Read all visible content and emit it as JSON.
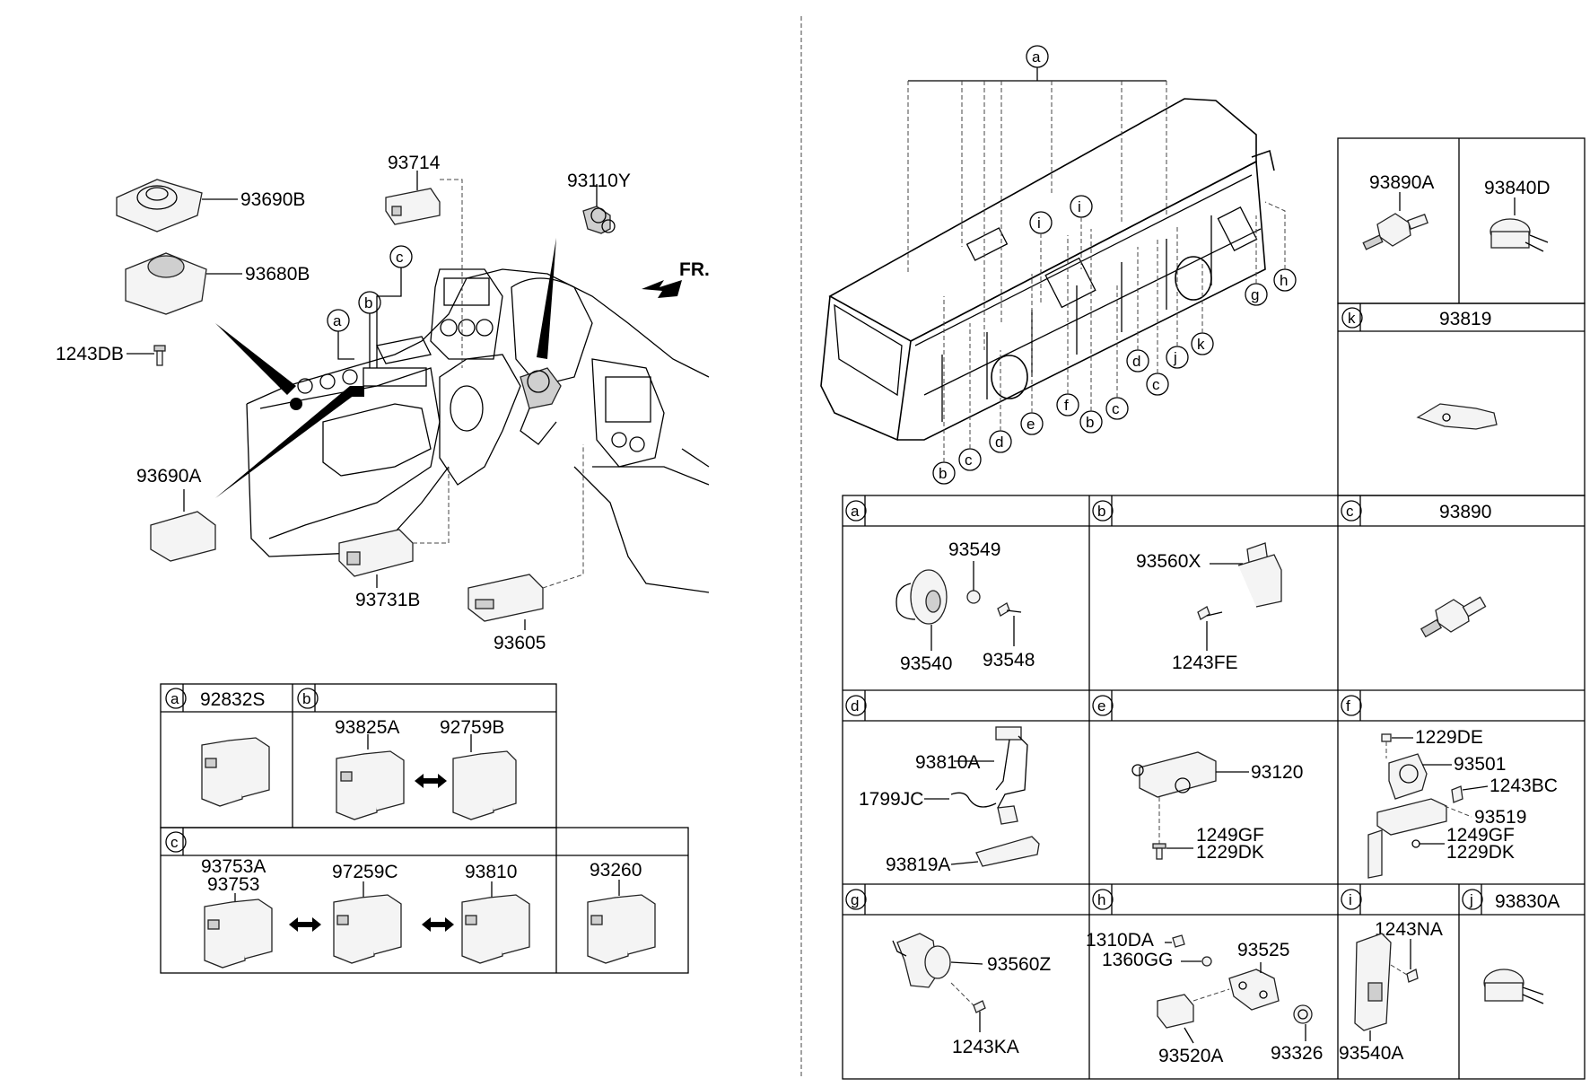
{
  "front_label": "FR.",
  "dash_parts": [
    {
      "id": "93690B",
      "text": "93690B"
    },
    {
      "id": "93680B",
      "text": "93680B"
    },
    {
      "id": "1243DB",
      "text": "1243DB"
    },
    {
      "id": "93690A",
      "text": "93690A"
    },
    {
      "id": "93714",
      "text": "93714"
    },
    {
      "id": "93110Y",
      "text": "93110Y"
    },
    {
      "id": "93731B",
      "text": "93731B"
    },
    {
      "id": "93605",
      "text": "93605"
    }
  ],
  "dash_callouts": [
    "a",
    "b",
    "c"
  ],
  "switch_table": {
    "cells": [
      {
        "letter": "a",
        "title": "92832S",
        "parts": []
      },
      {
        "letter": "b",
        "title": "",
        "parts": [
          "93825A",
          "92759B"
        ]
      },
      {
        "letter": "c",
        "title": "",
        "parts": [
          "93753A",
          "93753",
          "97259C",
          "93810"
        ]
      },
      {
        "letter": "",
        "title": "",
        "parts": [
          "93260"
        ]
      }
    ]
  },
  "bus_callouts": [
    "a",
    "i",
    "i",
    "b",
    "c",
    "d",
    "e",
    "f",
    "b",
    "c",
    "d",
    "c",
    "j",
    "k",
    "g",
    "h"
  ],
  "side_boxes": [
    {
      "id": "93890A",
      "text": "93890A"
    },
    {
      "id": "93840D",
      "text": "93840D"
    },
    {
      "id": "k",
      "letter": "k",
      "title": "93819"
    }
  ],
  "detail_grid": [
    {
      "letter": "a",
      "title": "",
      "parts": [
        "93549",
        "93540",
        "93548"
      ]
    },
    {
      "letter": "b",
      "title": "",
      "parts": [
        "93560X",
        "1243FE"
      ]
    },
    {
      "letter": "c",
      "title": "93890",
      "parts": []
    },
    {
      "letter": "d",
      "title": "",
      "parts": [
        "93810A",
        "1799JC",
        "93819A"
      ]
    },
    {
      "letter": "e",
      "title": "",
      "parts": [
        "93120",
        "1249GF",
        "1229DK"
      ]
    },
    {
      "letter": "f",
      "title": "",
      "parts": [
        "1229DE",
        "93501",
        "1243BC",
        "93519",
        "1249GF",
        "1229DK"
      ]
    },
    {
      "letter": "g",
      "title": "",
      "parts": [
        "93560Z",
        "1243KA"
      ]
    },
    {
      "letter": "h",
      "title": "",
      "parts": [
        "1310DA",
        "1360GG",
        "93525",
        "93520A",
        "93326"
      ]
    },
    {
      "letter": "i",
      "title": "",
      "parts": [
        "1243NA",
        "93540A"
      ]
    },
    {
      "letter": "j",
      "title": "93830A",
      "parts": []
    }
  ]
}
